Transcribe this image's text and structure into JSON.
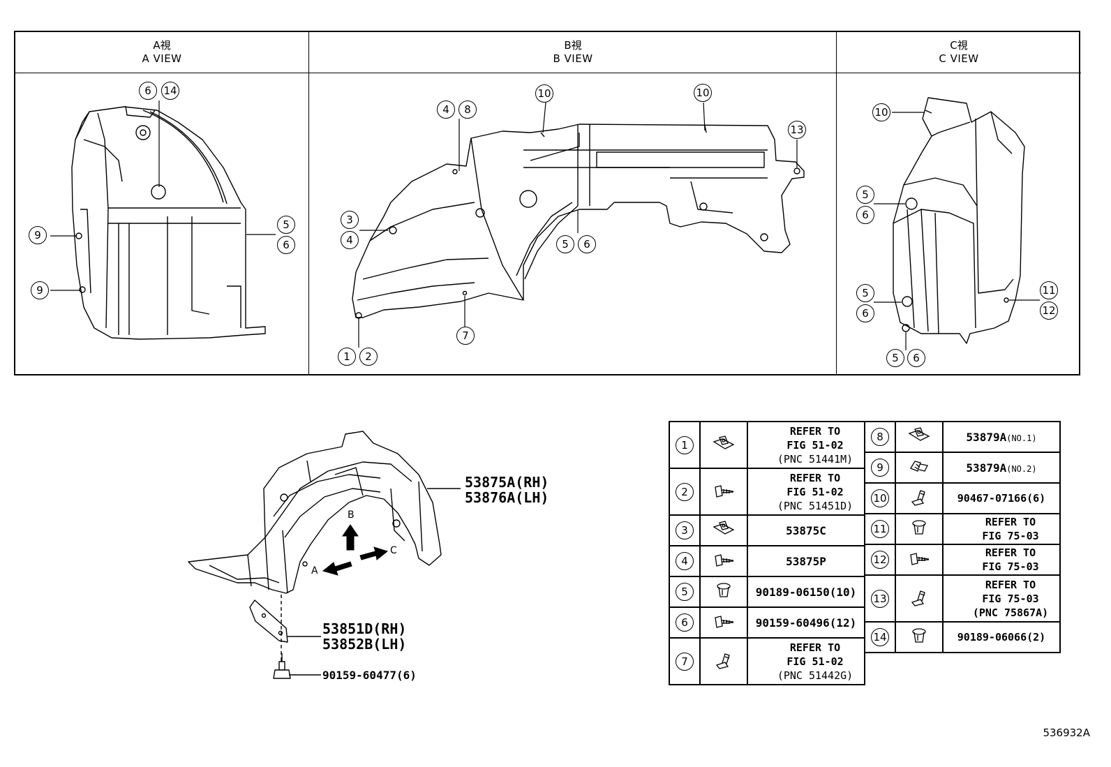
{
  "views": [
    {
      "jp": "A視",
      "en": "A VIEW"
    },
    {
      "jp": "B視",
      "en": "B VIEW"
    },
    {
      "jp": "C視",
      "en": "C VIEW"
    }
  ],
  "callouts": {
    "a": [
      "6",
      "14",
      "9",
      "9",
      "5",
      "6"
    ],
    "b": [
      "4",
      "8",
      "10",
      "10",
      "13",
      "3",
      "4",
      "5",
      "6",
      "7",
      "1",
      "2"
    ],
    "c": [
      "10",
      "5",
      "6",
      "5",
      "6",
      "11",
      "12",
      "5",
      "6"
    ]
  },
  "assembly": {
    "liner_rh": "53875A(RH)",
    "liner_lh": "53876A(LH)",
    "bracket_rh": "53851D(RH)",
    "bracket_lh": "53852B(LH)",
    "bolt": "90159-60477(6)",
    "arrow_a": "A",
    "arrow_b": "B",
    "arrow_c": "C"
  },
  "parts_left": [
    {
      "num": "1",
      "icon": "clip-nut-icon",
      "ref": [
        "REFER TO",
        "FIG 51-02",
        "(PNC 51441M)"
      ]
    },
    {
      "num": "2",
      "icon": "screw-icon",
      "ref": [
        "REFER TO",
        "FIG 51-02",
        "(PNC 51451D)"
      ]
    },
    {
      "num": "3",
      "icon": "clip-nut-icon",
      "pn": "53875C"
    },
    {
      "num": "4",
      "icon": "screw-icon",
      "pn": "53875P"
    },
    {
      "num": "5",
      "icon": "grommet-icon",
      "pn": "90189-06150(10)"
    },
    {
      "num": "6",
      "icon": "screw-icon",
      "pn": "90159-60496(12)"
    },
    {
      "num": "7",
      "icon": "push-clip-icon",
      "ref": [
        "REFER TO",
        "FIG 51-02",
        "(PNC 51442G)"
      ]
    }
  ],
  "parts_right": [
    {
      "num": "8",
      "icon": "clip-nut-icon",
      "pn": "53879A",
      "pn_note": "(NO.1)"
    },
    {
      "num": "9",
      "icon": "spring-clip-icon",
      "pn": "53879A",
      "pn_note": "(NO.2)"
    },
    {
      "num": "10",
      "icon": "push-clip-icon",
      "pn": "90467-07166(6)"
    },
    {
      "num": "11",
      "icon": "grommet-icon",
      "ref": [
        "REFER TO",
        "FIG 75-03"
      ]
    },
    {
      "num": "12",
      "icon": "screw-icon",
      "ref": [
        "REFER TO",
        "FIG 75-03"
      ]
    },
    {
      "num": "13",
      "icon": "push-clip-icon",
      "ref": [
        "REFER TO",
        "FIG 75-03",
        "(PNC 75867A)"
      ]
    },
    {
      "num": "14",
      "icon": "grommet-icon",
      "pn": "90189-06066(2)"
    }
  ],
  "page_id": "536932A"
}
